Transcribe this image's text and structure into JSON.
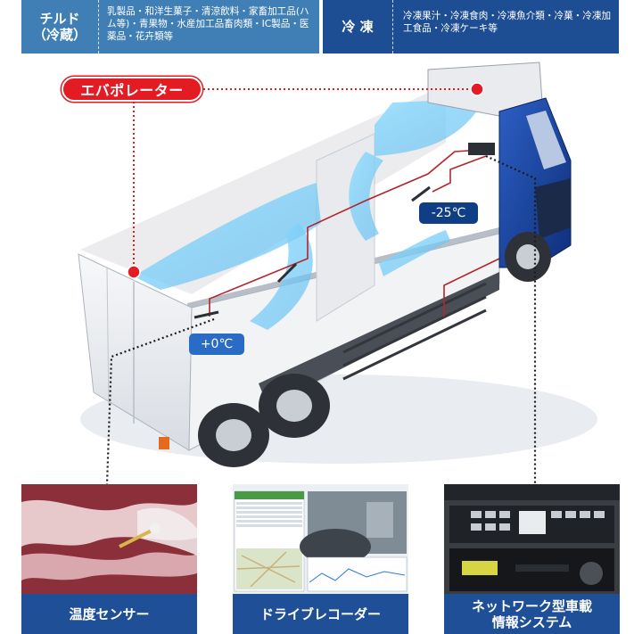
{
  "banners": {
    "chilled": {
      "title": "チルド\n（冷蔵）",
      "desc": "乳製品・和洋生菓子・清涼飲料・家畜加工品(ハム等)・青果物・水産加工品畜肉類・IC製品・医薬品・花卉類等"
    },
    "frozen": {
      "title": "冷 凍",
      "desc": "冷凍果汁・冷凍食肉・冷凍魚介類・冷菓・冷凍加工食品・冷凍ケーキ等"
    }
  },
  "labels": {
    "evaporator": "エバポレーター",
    "temp_chilled": "+0℃",
    "temp_frozen": "-25℃"
  },
  "cards": {
    "sensor": "温度センサー",
    "recorder": "ドライブレコーダー",
    "system": "ネットワーク型車載\n情報システム"
  },
  "colors": {
    "chilled_banner": "#3f7fb5",
    "frozen_banner": "#1d4e93",
    "caption_bar": "#1f4f97",
    "accent_red": "#e31b23",
    "cab_blue": "#1a47a8"
  }
}
